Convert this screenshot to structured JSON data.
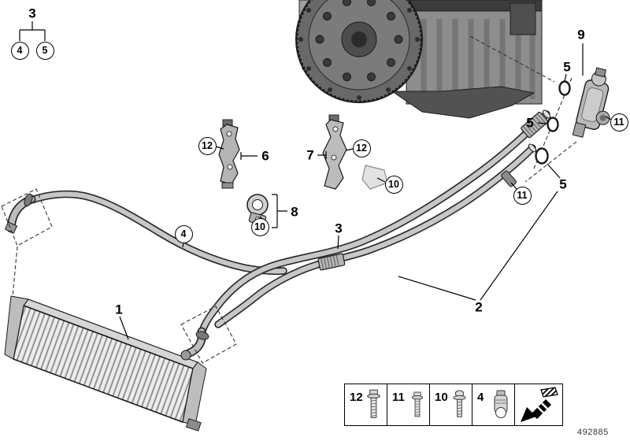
{
  "part_number": "492885",
  "callouts": {
    "group3": "3",
    "clamp4_left": "4",
    "oring5_left": "5",
    "screw12_left": "12",
    "bracket6": "6",
    "bracket7": "7",
    "screw12_right": "12",
    "screw10_clip": "10",
    "screw10_clamp": "10",
    "clamp8": "8",
    "clamp4_pipe": "4",
    "pipe3": "3",
    "cooler1": "1",
    "pipes2": "2",
    "pipe9": "9",
    "oring5_top": "5",
    "oring5_mid": "5",
    "oring5_low": "5",
    "screw11_fitting": "11",
    "screw11_pipe": "11"
  },
  "legend": {
    "items": [
      {
        "label": "12",
        "icon": "flange-bolt-icon"
      },
      {
        "label": "11",
        "icon": "flange-bolt-icon"
      },
      {
        "label": "10",
        "icon": "washer-screw-icon"
      },
      {
        "label": "4",
        "icon": "hose-clamp-icon"
      }
    ],
    "direction": {
      "icon": "front-direction-arrow-icon"
    }
  }
}
